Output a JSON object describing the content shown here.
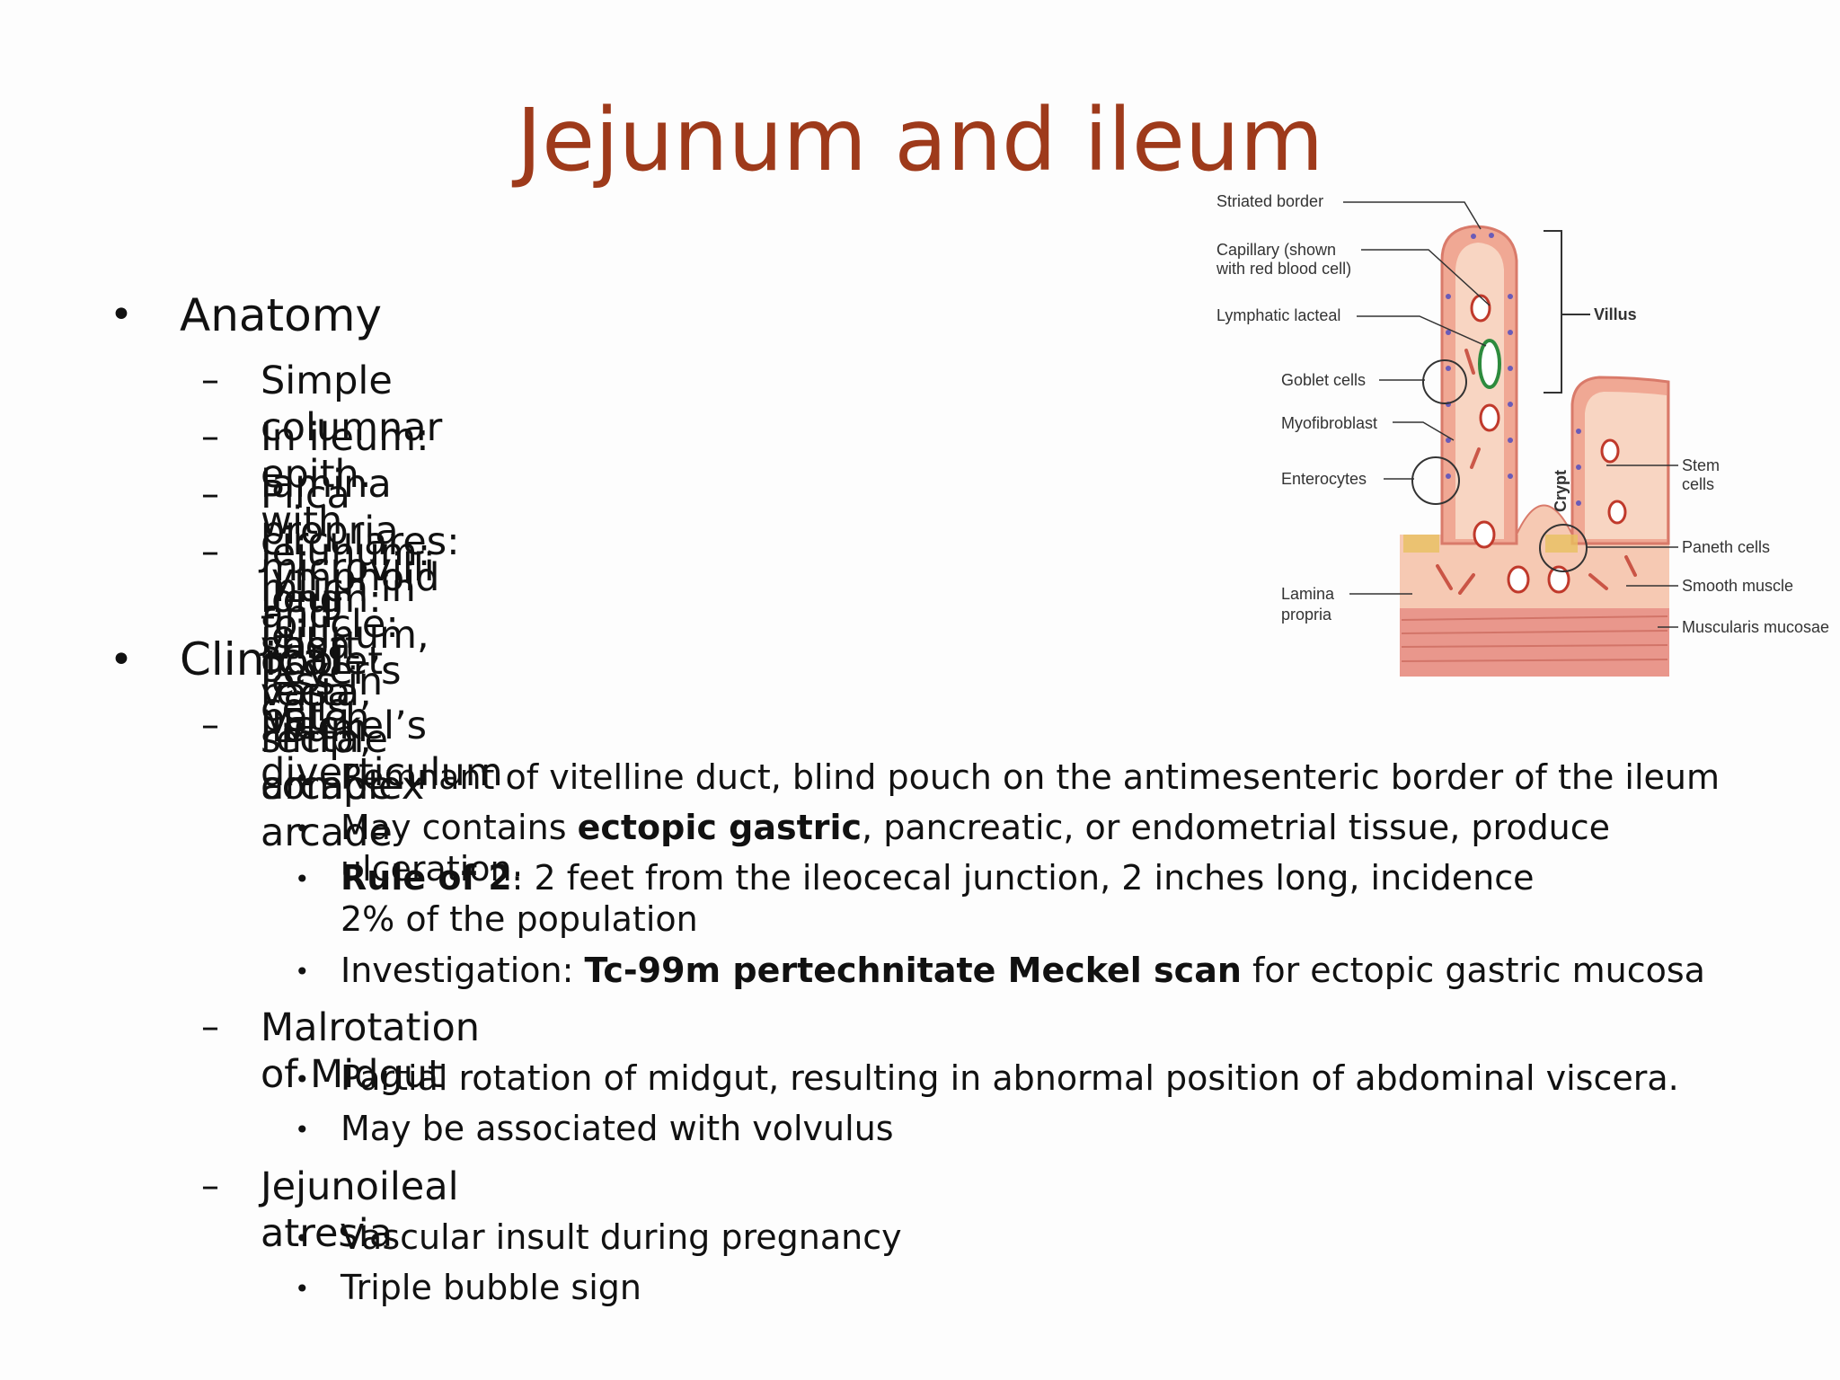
{
  "title": "Jejunum and ileum",
  "anatomy": {
    "heading": "Anatomy",
    "items": [
      "Simple columnar epith. with microvilli and goblet cells",
      "In ileum: lamina propria lymphoid follicle: Peyer’s patch",
      "Plica circulares: much in jejunum, less in ileum",
      "Jejunum: long vasa recta, simple arcade",
      "Ileum: short vasa recta, complex arcade"
    ]
  },
  "clinical": {
    "heading": "Clinical",
    "meckel": {
      "heading": "Meckel’s diverticulum",
      "b1": "Remnant of vitelline duct, blind pouch on the antimesenteric border of the ileum",
      "b2_pre": "May contains ",
      "b2_bold": "ectopic gastric",
      "b2_post": ", pancreatic, or endometrial tissue, produce ulceration.",
      "b3_bold": "Rule of 2",
      "b3_post": ": 2 feet from the ileocecal junction, 2 inches long, incidence 2% of the population",
      "b4_pre": "Investigation: ",
      "b4_bold": "Tc-99m pertechnitate Meckel scan",
      "b4_post": " for ectopic gastric mucosa"
    },
    "malrotation": {
      "heading": "Malrotation of Midgut",
      "b1": "Partial rotation of midgut, resulting in abnormal position of abdominal viscera.",
      "b2": "May be associated with volvulus"
    },
    "atresia": {
      "heading": "Jejunoileal atresia",
      "b1": "Vascular insult during pregnancy",
      "b2": "Triple bubble sign"
    }
  },
  "diagram": {
    "labels": {
      "striated_border": "Striated border",
      "capillary_1": "Capillary (shown",
      "capillary_2": "with red blood cell)",
      "lymphatic": "Lymphatic lacteal",
      "goblet": "Goblet cells",
      "myofibroblast": "Myofibroblast",
      "enterocytes": "Enterocytes",
      "lamina_1": "Lamina",
      "lamina_2": "propria",
      "villus": "Villus",
      "crypt": "Crypt",
      "stem_1": "Stem",
      "stem_2": "cells",
      "paneth": "Paneth cells",
      "smooth": "Smooth muscle",
      "muscularis": "Muscularis mucosae"
    }
  }
}
